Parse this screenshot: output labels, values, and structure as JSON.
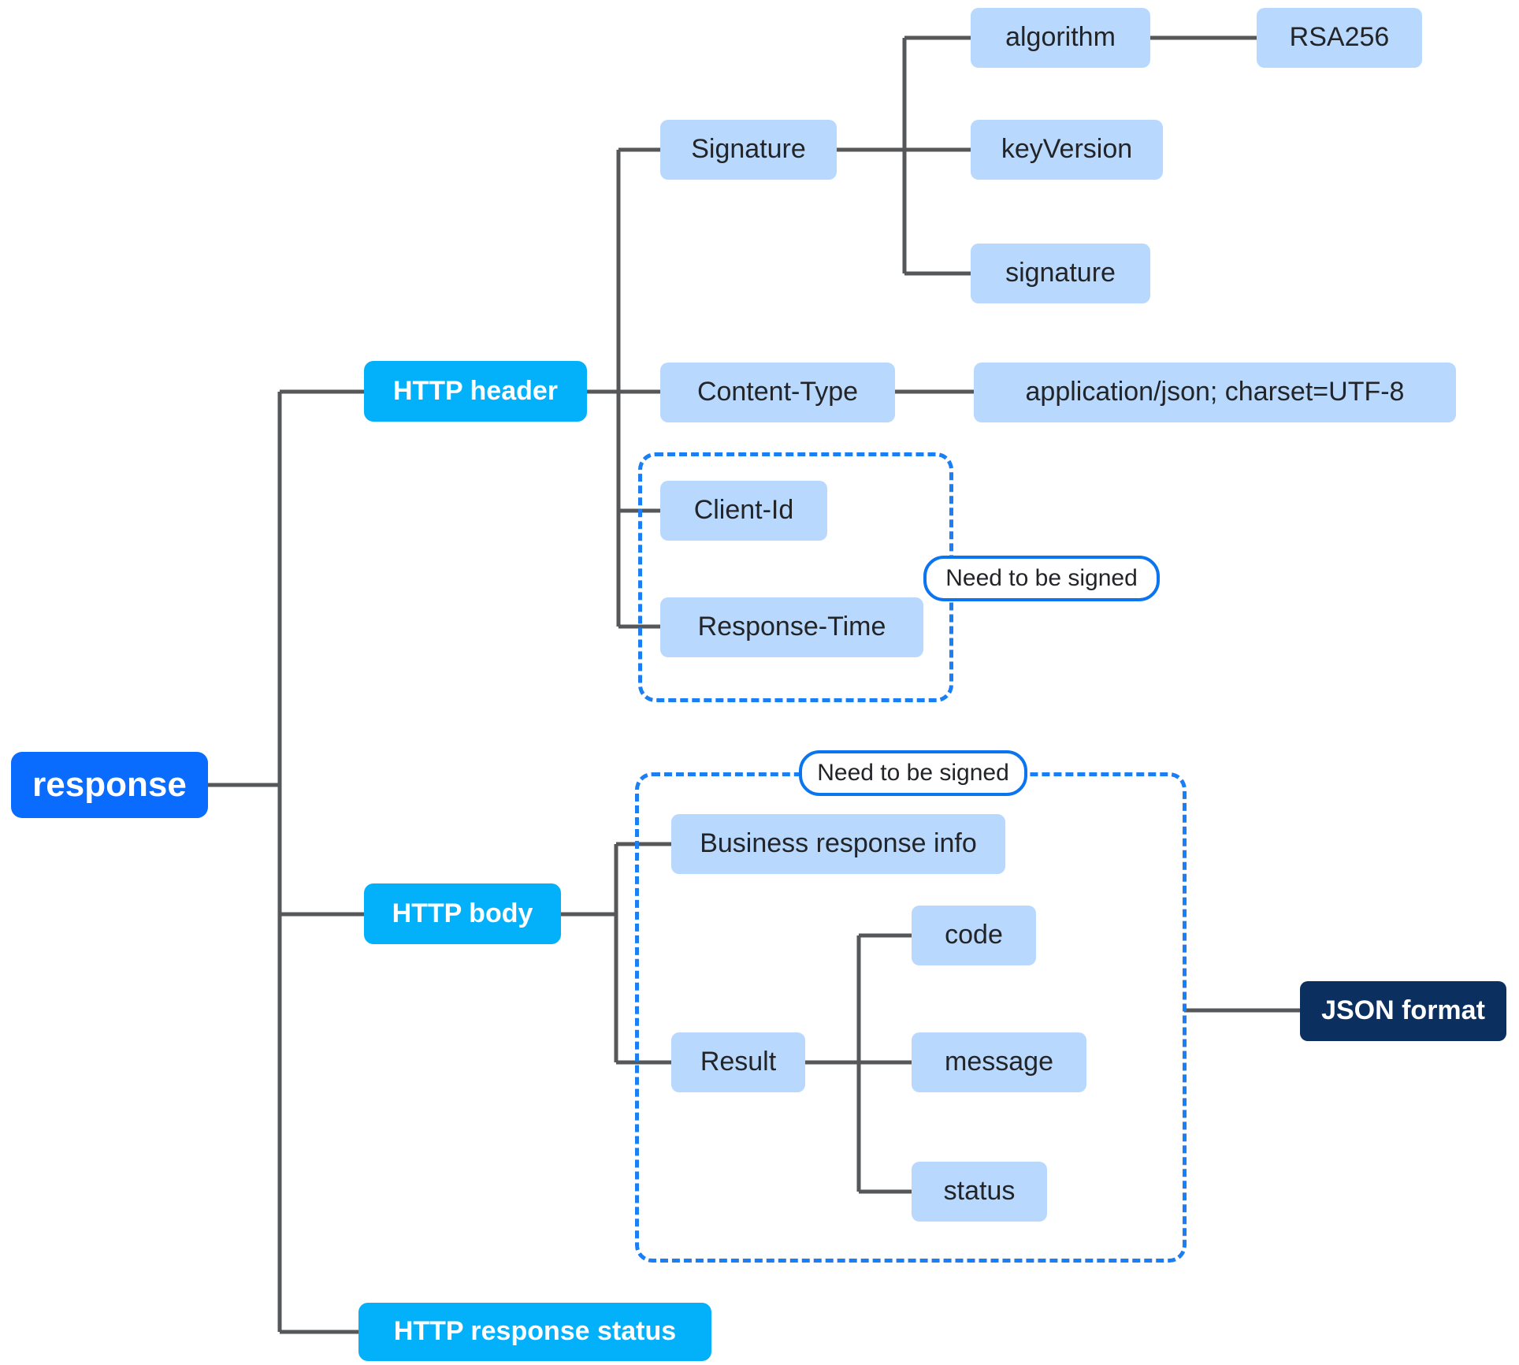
{
  "diagram": {
    "title": "HTTP response structure mindmap",
    "colors": {
      "root": "#0a6cff",
      "level1": "#03b1fb",
      "leaf": "#b8d8fd",
      "dark": "#0b2f5e",
      "edge": "#555759",
      "dashed_border": "#1a7ef5",
      "pill_border": "#0b74ef",
      "background": "#ffffff",
      "leaf_text": "#222427"
    },
    "root": {
      "label": "response"
    },
    "branches": [
      {
        "label": "HTTP header",
        "children": [
          {
            "label": "Signature",
            "children": [
              {
                "label": "algorithm",
                "children": [
                  {
                    "label": "RSA256"
                  }
                ]
              },
              {
                "label": "keyVersion"
              },
              {
                "label": "signature"
              }
            ]
          },
          {
            "label": "Content-Type",
            "children": [
              {
                "label": "application/json; charset=UTF-8"
              }
            ]
          },
          {
            "label": "Client-Id"
          },
          {
            "label": "Response-Time"
          }
        ]
      },
      {
        "label": "HTTP body",
        "children": [
          {
            "label": "Business response info"
          },
          {
            "label": "Result",
            "children": [
              {
                "label": "code"
              },
              {
                "label": "message"
              },
              {
                "label": "status"
              }
            ]
          }
        ]
      },
      {
        "label": "HTTP response status"
      }
    ],
    "annotations": {
      "json_format": "JSON format",
      "signed_header": "Need to be signed",
      "signed_body": "Need to be signed"
    }
  }
}
